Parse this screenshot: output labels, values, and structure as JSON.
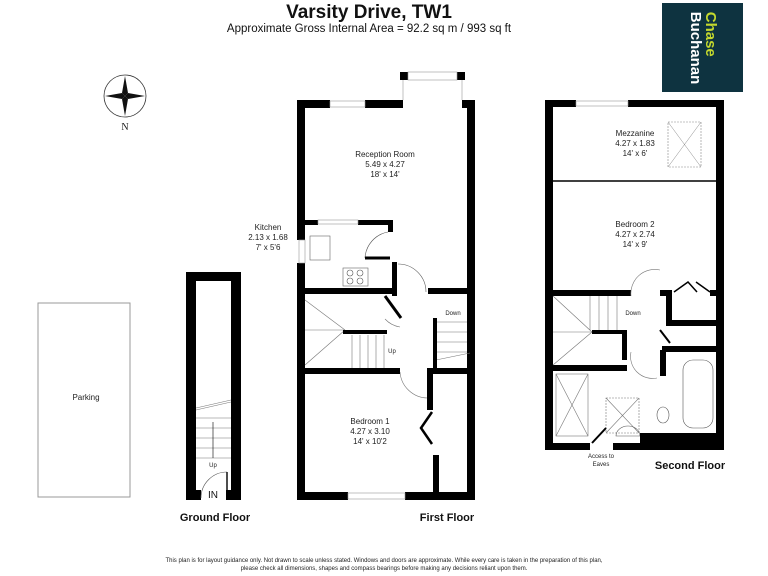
{
  "header": {
    "title": "Varsity Drive, TW1",
    "subtitle": "Approximate Gross Internal Area = 92.2 sq m / 993 sq ft"
  },
  "logo": {
    "line1": "Chase",
    "line2": "Buchanan",
    "bg_color": "#0e3340",
    "accent_color": "#c3d82e"
  },
  "compass": {
    "label": "N"
  },
  "floors": [
    {
      "name": "Ground Floor",
      "labels": {
        "parking": "Parking",
        "up": "Up",
        "entrance": "IN"
      }
    },
    {
      "name": "First Floor",
      "rooms": [
        {
          "name": "Reception Room",
          "metric": "5.49 x 4.27",
          "imperial": "18' x 14'"
        },
        {
          "name": "Kitchen",
          "metric": "2.13 x 1.68",
          "imperial": "7' x 5'6"
        },
        {
          "name": "Bedroom 1",
          "metric": "4.27 x 3.10",
          "imperial": "14' x 10'2"
        }
      ],
      "labels": {
        "up": "Up",
        "down": "Down"
      }
    },
    {
      "name": "Second Floor",
      "rooms": [
        {
          "name": "Mezzanine",
          "metric": "4.27 x 1.83",
          "imperial": "14' x 6'"
        },
        {
          "name": "Bedroom 2",
          "metric": "4.27 x 2.74",
          "imperial": "14' x 9'"
        }
      ],
      "labels": {
        "down": "Down",
        "eaves_1": "Access to",
        "eaves_2": "Eaves"
      }
    }
  ],
  "footer": {
    "line1": "This plan is for layout guidance only. Not drawn to scale unless stated. Windows and doors are approximate. While every care is taken in the preparation of this plan,",
    "line2": "please check all dimensions, shapes and compass bearings before making any decisions reliant upon them."
  }
}
